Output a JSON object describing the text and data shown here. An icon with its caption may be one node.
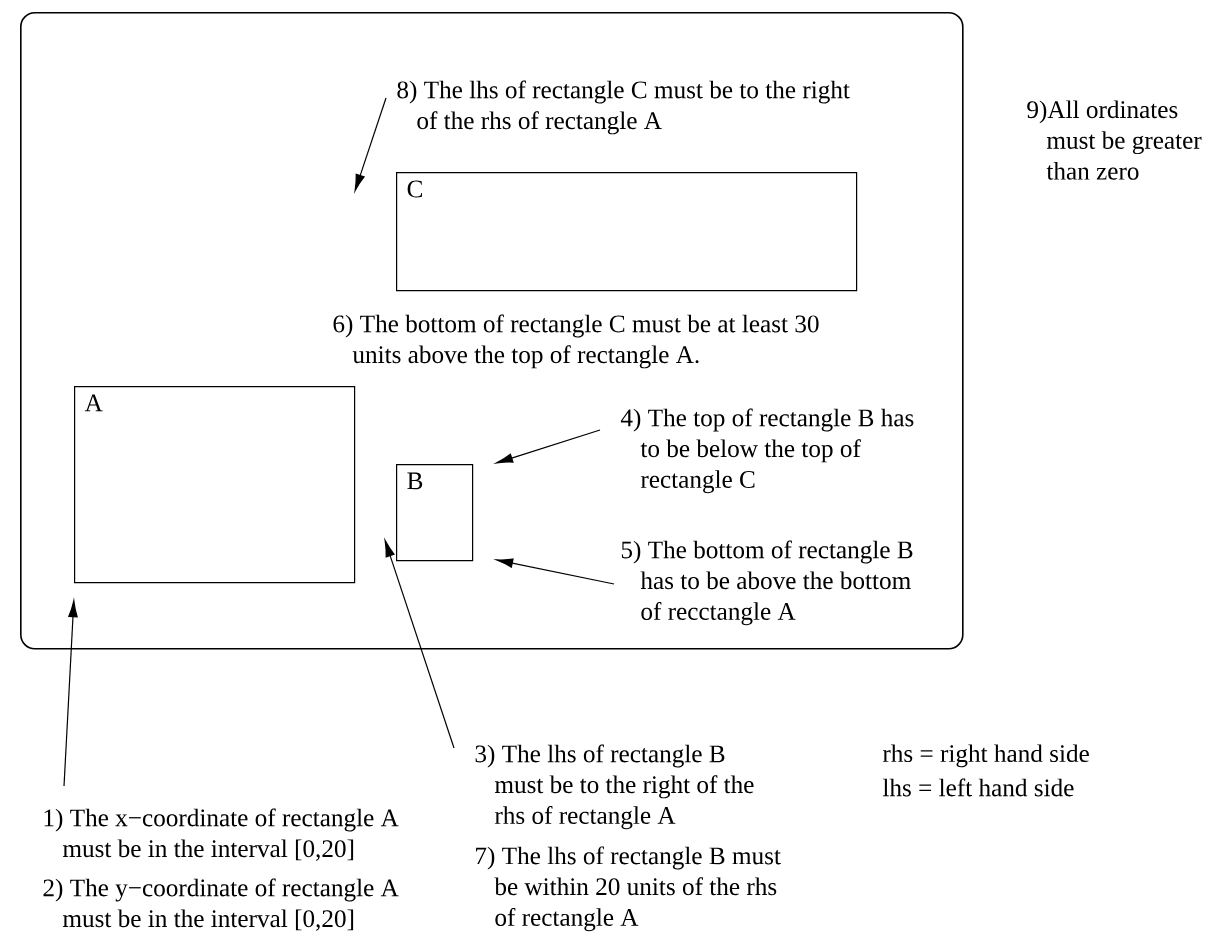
{
  "diagram": {
    "nodes": [
      {
        "text": [],
        "shape": "box"
      },
      {
        "text": [
          "8) The lhs of rectangle C must be to the right of the rhs of rectangle A"
        ],
        "in": 0
      },
      {
        "text": [
          "C"
        ],
        "in": 0
      },
      {
        "text": [
          "A"
        ],
        "in": 0
      },
      {
        "text": [
          "4) The top of rectangle B has to be below the top of rectangle C"
        ],
        "in": 0
      },
      {
        "text": [
          "B"
        ],
        "in": 0
      },
      {
        "text": [
          "5) The bottom of rectangle B has to be above the bottom of recctangle A"
        ],
        "in": 0
      },
      {
        "text": [
          "3) The lhs of rectangle B must be to the right of the rhs of rectangle A"
        ]
      },
      {
        "text": [
          "1) The x−coordinate of rectangle A must be in the interval [0,20]"
        ]
      }
    ],
    "edges": [
      {
        "from": 1,
        "to": null,
        "arrow": "to"
      },
      {
        "from": 4,
        "to": 5,
        "arrow": "to"
      },
      {
        "from": 6,
        "to": 5,
        "arrow": "to"
      },
      {
        "from": 7,
        "to": 5,
        "arrow": "to"
      },
      {
        "from": 8,
        "to": 3,
        "arrow": "to"
      }
    ],
    "labels": [
      "9)All ordinates must be greater than zero",
      "6) The bottom of rectangle C must be at least 30 units above the top of rectangle A.",
      "rhs = right hand side",
      "lhs = left hand side",
      "7) The lhs of rectangle B must be within 20 units of the rhs of rectangle A",
      "2) The y−coordinate of rectangle A must be in the interval [0,20]"
    ]
  }
}
